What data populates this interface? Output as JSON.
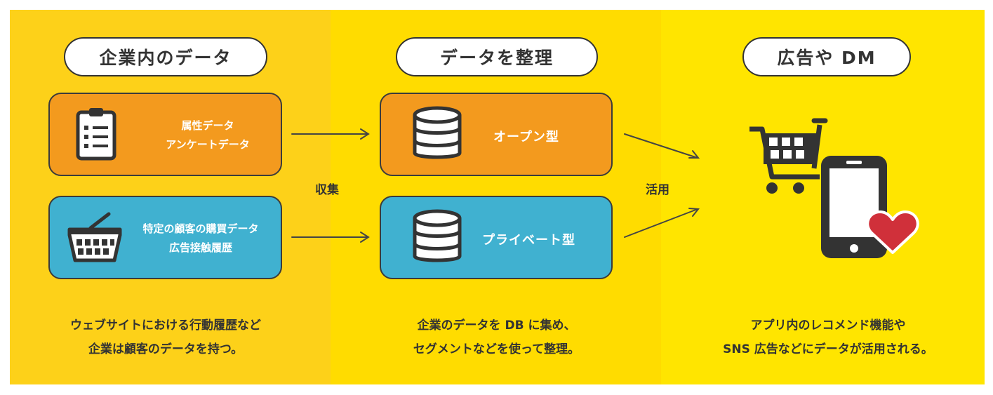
{
  "columns": [
    {
      "header": "企業内のデータ",
      "cards": [
        {
          "lines": [
            "属性データ",
            "アンケートデータ"
          ],
          "icon": "clipboard-icon"
        },
        {
          "lines": [
            "特定の顧客の購買データ",
            "広告接触履歴"
          ],
          "icon": "basket-icon"
        }
      ],
      "description": [
        "ウェブサイトにおける行動履歴など",
        "企業は顧客のデータを持つ。"
      ]
    },
    {
      "header": "データを整理",
      "cards": [
        {
          "label": "オープン型",
          "icon": "database-icon"
        },
        {
          "label": "プライベート型",
          "icon": "database-icon"
        }
      ],
      "description": [
        "企業のデータを DB に集め、",
        "セグメントなどを使って整理。"
      ]
    },
    {
      "header": "広告や DM",
      "icons": [
        "shopping-cart-icon",
        "smartphone-icon",
        "heart-icon"
      ],
      "description": [
        "アプリ内のレコメンド機能や",
        "SNS 広告などにデータが活用される。"
      ]
    }
  ],
  "connectors": {
    "collect": "収集",
    "utilize": "活用"
  },
  "colors": {
    "orange": "#f39a1e",
    "blue": "#40b1d0",
    "panel_left": "#fdd119",
    "panel_center": "#ffdc00",
    "panel_right": "#ffe500",
    "heart": "#d0303a",
    "outline": "#333333"
  }
}
